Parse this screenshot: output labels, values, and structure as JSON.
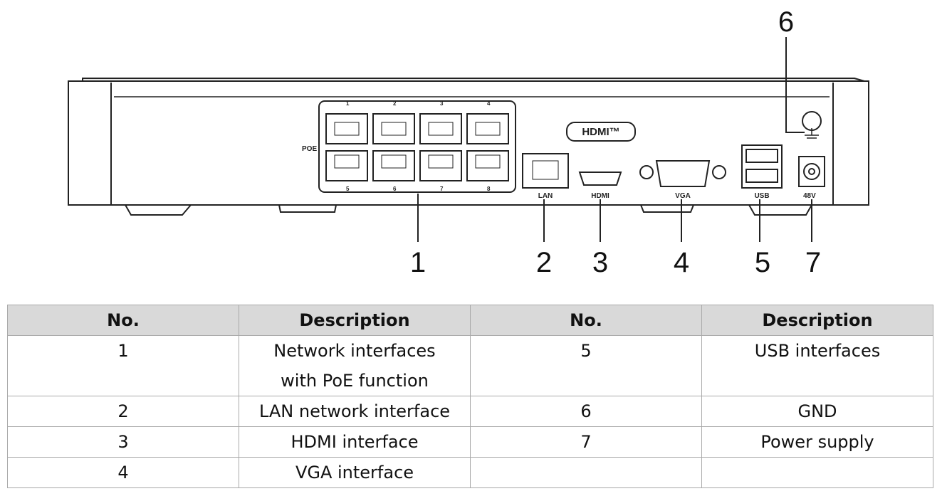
{
  "diagram": {
    "callouts": [
      "1",
      "2",
      "3",
      "4",
      "5",
      "6",
      "7"
    ],
    "labels": {
      "poe": "POE",
      "lan": "LAN",
      "hdmi": "HDMI",
      "hdmi_logo": "HDMI™",
      "vga": "VGA",
      "usb": "USB",
      "power": "48V",
      "port_top": [
        "1",
        "2",
        "3",
        "4"
      ],
      "port_bottom": [
        "5",
        "6",
        "7",
        "8"
      ]
    }
  },
  "table": {
    "headers": [
      "No.",
      "Description",
      "No.",
      "Description"
    ],
    "rows": [
      [
        "1",
        "Network interfaces with PoE function",
        "5",
        "USB interfaces"
      ],
      [
        "2",
        "LAN network interface",
        "6",
        "GND"
      ],
      [
        "3",
        "HDMI interface",
        "7",
        "Power supply"
      ],
      [
        "4",
        "VGA interface",
        "",
        ""
      ]
    ]
  }
}
